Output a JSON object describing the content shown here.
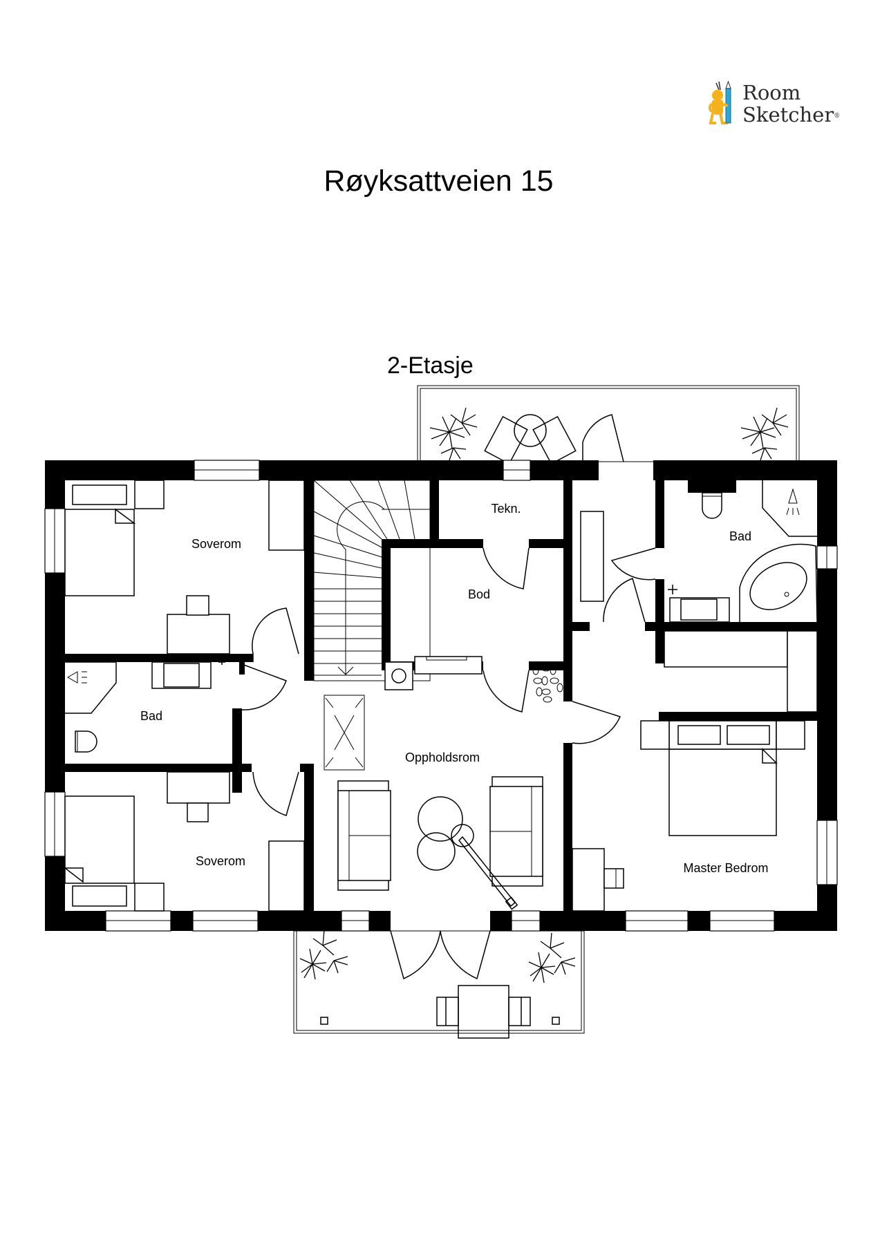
{
  "logo": {
    "line1": "Room",
    "line2": "Sketcher",
    "registered": "®",
    "icon": "pencil-mascot-icon",
    "colors": {
      "mascot": "#f5b21e",
      "pencil": "#29a8d8",
      "text": "#2b2b2b"
    }
  },
  "title": "Røyksattveien 15",
  "floor": "2-Etasje",
  "rooms": [
    {
      "id": "soverom-1",
      "label": "Soverom"
    },
    {
      "id": "tekn",
      "label": "Tekn."
    },
    {
      "id": "bod",
      "label": "Bod"
    },
    {
      "id": "bad-1",
      "label": "Bad"
    },
    {
      "id": "bad-2",
      "label": "Bad"
    },
    {
      "id": "oppholdsrom",
      "label": "Oppholdsrom"
    },
    {
      "id": "soverom-2",
      "label": "Soverom"
    },
    {
      "id": "master-bedroom",
      "label": "Master Bedrom"
    }
  ],
  "colors": {
    "wall": "#000000",
    "background": "#ffffff",
    "line": "#000000"
  }
}
